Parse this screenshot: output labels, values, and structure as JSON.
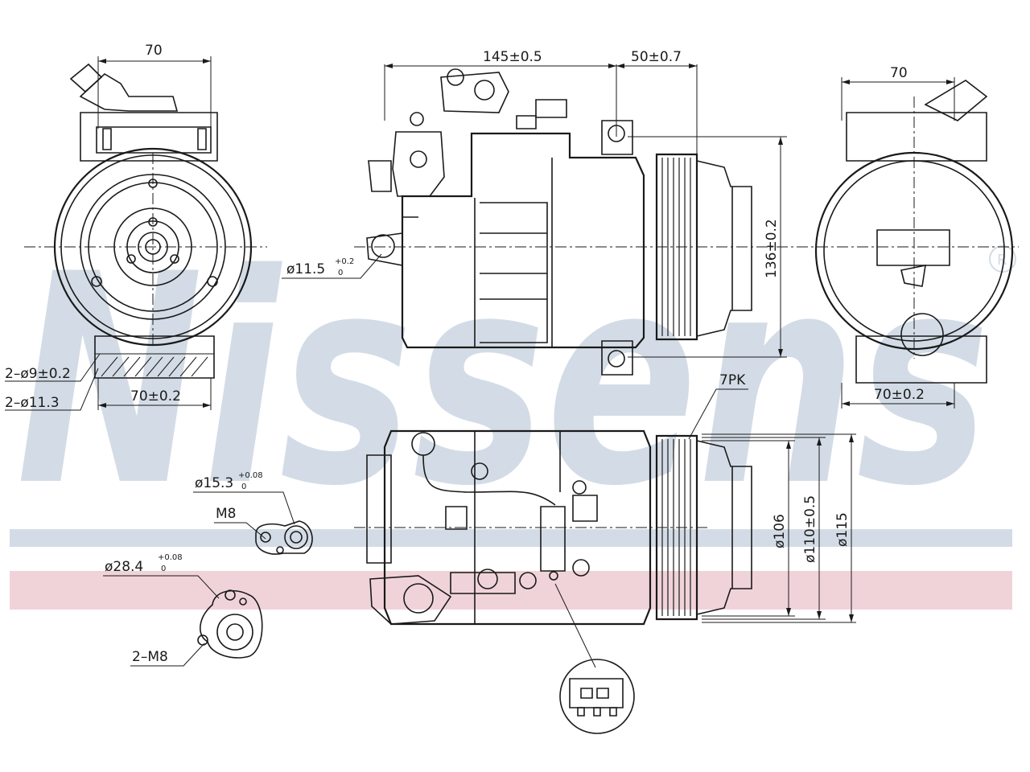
{
  "watermark": {
    "brand": "Nissens",
    "registered_mark": "R",
    "text_color": "#d3dce6",
    "band_blue": "#d3dce6",
    "band_pink": "#f0d3d9"
  },
  "dimensions": {
    "front_top_width": "70",
    "front_bottom_width": "70±0.2",
    "front_hole_a": "2–ø9±0.2",
    "front_hole_b": "2–ø11.3",
    "side_length": "145±0.5",
    "side_pulley_len": "50±0.7",
    "side_height": "136±0.2",
    "side_port_dia": "ø11.5",
    "side_port_tol_upper": "+0.2",
    "side_port_tol_lower": "0",
    "rear_top_width": "70",
    "rear_bottom_width": "70±0.2",
    "belt": "7PK",
    "pulley_d1": "ø106",
    "pulley_d2": "ø110±0.5",
    "pulley_d3": "ø115",
    "port1_dia": "ø15.3",
    "port1_tol_upper": "+0.08",
    "port1_tol_lower": "0",
    "port1_thread": "M8",
    "port2_dia": "ø28.4",
    "port2_tol_upper": "+0.08",
    "port2_tol_lower": "0",
    "port2_thread": "2–M8"
  }
}
